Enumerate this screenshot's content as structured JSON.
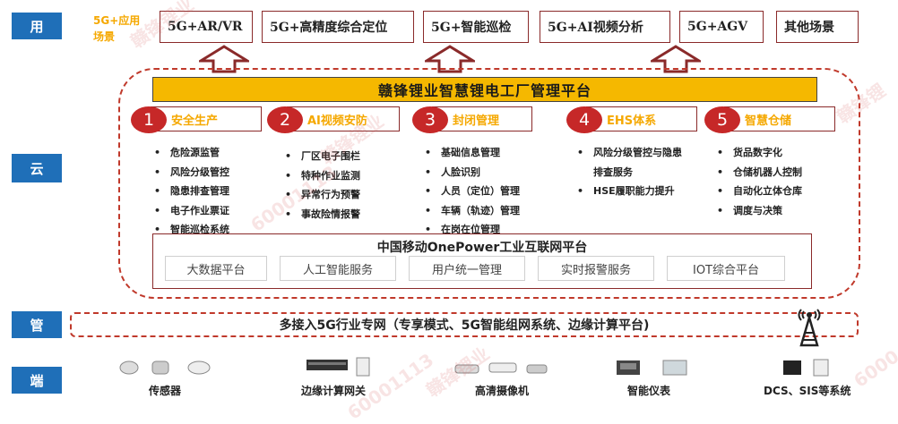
{
  "layers": {
    "application": "用",
    "cloud": "云",
    "pipe": "管",
    "terminal": "端"
  },
  "app_note": [
    "5G+应用",
    "场景"
  ],
  "apps": [
    "5G+AR/VR",
    "5G+高精度综合定位",
    "5G+智能巡检",
    "5G+AI视频分析",
    "5G+AGV",
    "其他场景"
  ],
  "platform_title": "赣锋锂业智慧锂电工厂管理平台",
  "categories": [
    {
      "num": "1",
      "label": "安全生产",
      "items": [
        "危险源监管",
        "风险分级管控",
        "隐患排查管理",
        "电子作业票证",
        "智能巡检系统"
      ]
    },
    {
      "num": "2",
      "label": "AI视频安防",
      "items": [
        "厂区电子围栏",
        "特种作业监测",
        "异常行为预警",
        "事故险情报警"
      ]
    },
    {
      "num": "3",
      "label": "封闭管理",
      "items": [
        "基础信息管理",
        "人脸识别",
        "人员（定位）管理",
        "车辆（轨迹）管理",
        "在岗在位管理"
      ]
    },
    {
      "num": "4",
      "label": "EHS体系",
      "items": [
        "风险分级管控与隐患",
        "排查服务",
        "HSE履职能力提升"
      ]
    },
    {
      "num": "5",
      "label": "智慧仓储",
      "items": [
        "货品数字化",
        "仓储机器人控制",
        "自动化立体仓库",
        "调度与决策"
      ]
    }
  ],
  "onepower": {
    "title": "中国移动OnePower工业互联网平台",
    "services": [
      "大数据平台",
      "人工智能服务",
      "用户统一管理",
      "实时报警服务",
      "IOT综合平台"
    ]
  },
  "network": "多接入5G行业专网（专享模式、5G智能组网系统、边缘计算平台)",
  "devices": [
    "传感器",
    "边缘计算网关",
    "高清摄像机",
    "智能仪表",
    "DCS、SIS等系统"
  ],
  "watermarks": [
    "赣锋锂业",
    "60001113",
    "赣锋锂业",
    "60001113",
    "6000",
    "赣锋锂业",
    "赣锋锂"
  ],
  "colors": {
    "layer_blue": "#1f6fb8",
    "accent_orange": "#f5a800",
    "platform_yellow": "#f5b800",
    "circle_red": "#c62828",
    "border_dark_red": "#8a2a2a",
    "dash_red": "#c0392b"
  }
}
